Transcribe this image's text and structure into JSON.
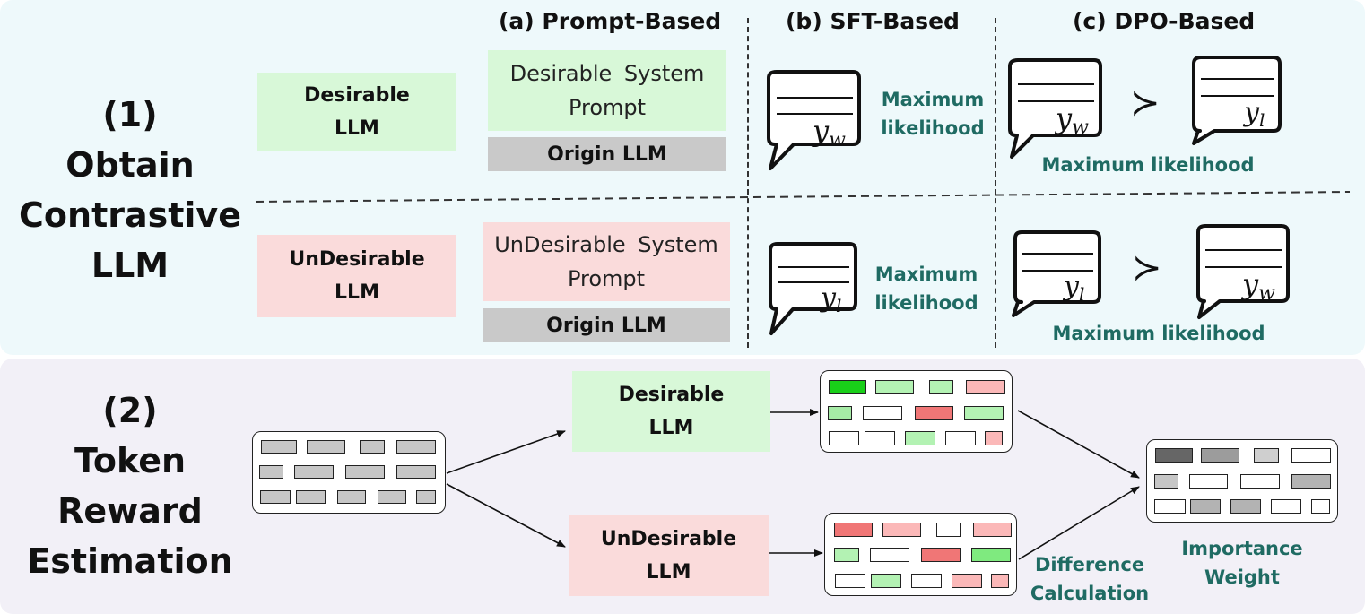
{
  "section1": {
    "title": "(1)\nObtain\nContrastive\nLLM"
  },
  "section2": {
    "title": "(2)\nToken\nReward\nEstimation"
  },
  "headers": {
    "a": "(a) Prompt-Based",
    "b": "(b) SFT-Based",
    "c": "(c) DPO-Based"
  },
  "labels": {
    "desirable_llm": "Desirable\nLLM",
    "undesirable_llm": "UnDesirable\nLLM",
    "desirable_prompt": "Desirable System\nPrompt",
    "undesirable_prompt": "UnDesirable System\nPrompt",
    "origin_llm": "Origin LLM",
    "maximum_likelihood": "Maximum\nlikelihood",
    "maximum_likelihood_inline": "Maximum likelihood",
    "difference_calculation": "Difference\nCalculation",
    "importance_weight": "Importance\nWeight"
  },
  "symbols": {
    "yw_base": "y",
    "yw_sub": "w",
    "yl_base": "y",
    "yl_sub": "l",
    "preferred": "≻"
  },
  "colors": {
    "panel1_bg": "#eef9fb",
    "panel2_bg": "#f2f0f7",
    "desirable_fill": "#d8f8d8",
    "undesirable_fill": "#fadbdb",
    "origin_fill": "#c9c9c9",
    "teal_text": "#1f6b63"
  },
  "icons": {
    "response": "speech-bubble-icon",
    "arrow": "arrow-icon"
  }
}
